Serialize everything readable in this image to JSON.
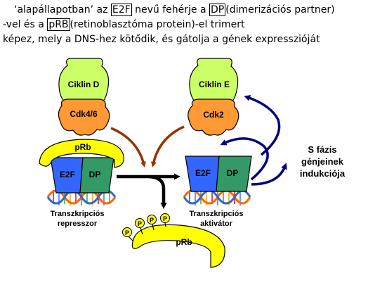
{
  "intro": {
    "line1_pre": "‘alapállapotban’ az ",
    "e2f": "E2F",
    "line1_mid": " nevű fehérje a ",
    "dp": "DP",
    "line1_post": "(dimerizációs partner)",
    "line2_pre": "-vel és a ",
    "prb": "pRB",
    "line2_post": "(retinoblasztóma protein)-el trimert",
    "line3": "képez, mely a DNS-hez kötődik, és gátolja a gének  expresszióját"
  },
  "left": {
    "cyclin": "Ciklin D",
    "cdk": "Cdk4/6",
    "prb": "pRb",
    "e2f": "E2F",
    "dp": "DP",
    "caption1": "Transzkripciós",
    "caption2": "represszor"
  },
  "right": {
    "cyclin": "Ciklin E",
    "cdk": "Cdk2",
    "e2f": "E2F",
    "dp": "DP",
    "caption1": "Transzkripciós",
    "caption2": "aktivátor"
  },
  "released": {
    "prb": "pRb",
    "phospho": [
      "P",
      "P",
      "P",
      "P"
    ]
  },
  "sphase": {
    "line1": "S fázis",
    "line2": "génjeinek",
    "line3": "indukciója"
  },
  "colors": {
    "cyclin": "#ccff66",
    "cdk": "#ff9933",
    "prb": "#ffff00",
    "e2f": "#3366ff",
    "dp": "#339966",
    "brown_arrow": "#993300",
    "blue_arrow": "#000080"
  }
}
